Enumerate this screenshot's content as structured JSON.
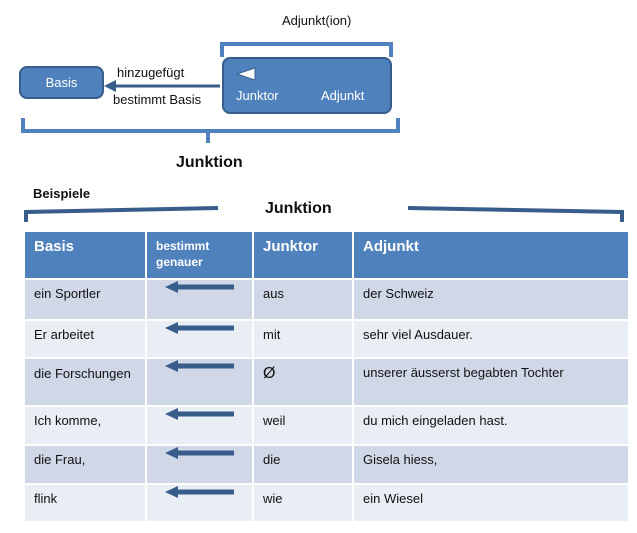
{
  "top": {
    "adjunktion_label": "Adjunkt(ion)",
    "basis_label": "Basis",
    "hinzugefuegt_label": "hinzugefügt",
    "bestimmt_basis_label": "bestimmt Basis",
    "junktor_label": "Junktor",
    "adjunkt_label": "Adjunkt",
    "junktion_label": "Junktion"
  },
  "examples": {
    "beispiele_label": "Beispiele",
    "junktion_title": "Junktion",
    "headers": [
      "Basis",
      "bestimmt genauer",
      "Junktor",
      "Adjunkt"
    ],
    "rows": [
      {
        "basis": "ein Sportler",
        "junktor": "aus",
        "adjunkt": "der Schweiz"
      },
      {
        "basis": "Er arbeitet",
        "junktor": "mit",
        "adjunkt": "sehr viel Ausdauer."
      },
      {
        "basis": "die Forschungen",
        "junktor": "Ø",
        "adjunkt": "unserer äusserst begabten Tochter"
      },
      {
        "basis": "Ich komme,",
        "junktor": "weil",
        "adjunkt": "du mich eingeladen hast."
      },
      {
        "basis": "die Frau,",
        "junktor": "die",
        "adjunkt": "Gisela hiess,"
      },
      {
        "basis": "flink",
        "junktor": "wie",
        "adjunkt": "ein Wiesel"
      }
    ]
  },
  "colors": {
    "box_fill": "#4f81bd",
    "box_border": "#385d8a",
    "row_dark": "#d0d8e8",
    "row_light": "#e9edf4"
  }
}
